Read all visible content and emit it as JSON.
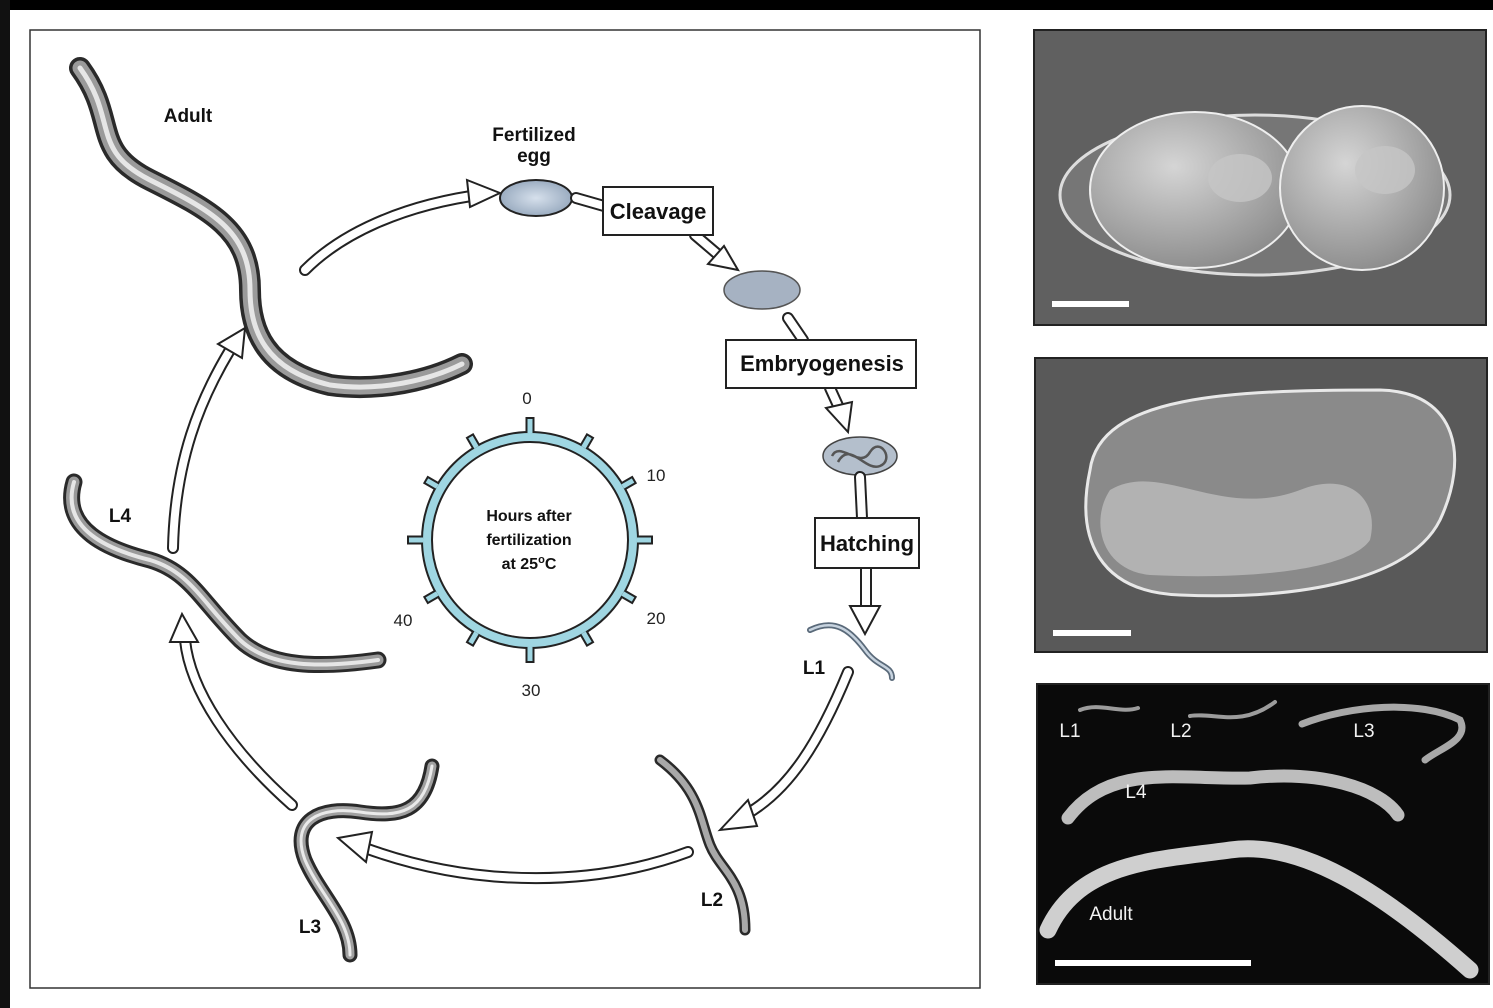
{
  "diagram": {
    "stages": {
      "adult": "Adult",
      "fertilized_egg_line1": "Fertilized",
      "fertilized_egg_line2": "egg",
      "l1": "L1",
      "l2": "L2",
      "l3": "L3",
      "l4": "L4"
    },
    "steps": {
      "cleavage": "Cleavage",
      "embryogenesis": "Embryogenesis",
      "hatching": "Hatching"
    },
    "clock": {
      "center_line1": "Hours after",
      "center_line2": "fertilization",
      "center_line3_prefix": "at 25",
      "center_line3_degree": "o",
      "center_line3_suffix": "C",
      "ticks": [
        "0",
        "10",
        "20",
        "30",
        "40"
      ]
    }
  },
  "photos": {
    "larvae_labels": {
      "l1": "L1",
      "l2": "L2",
      "l3": "L3",
      "l4": "L4",
      "adult": "Adult"
    }
  },
  "colors": {
    "clock_ring": "#9fd6e2",
    "egg_fill": "#b9c7d9",
    "worm_shade": "#555555"
  }
}
